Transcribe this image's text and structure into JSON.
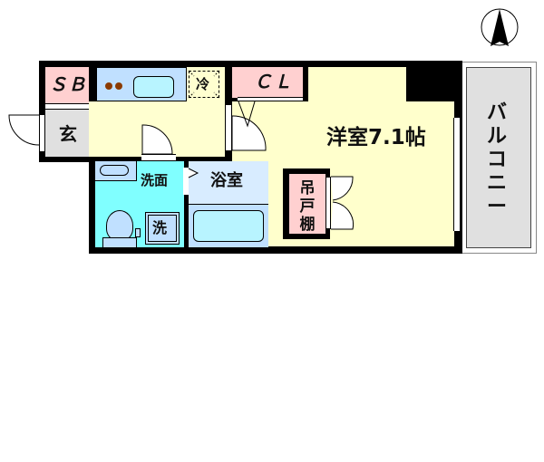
{
  "floorplan": {
    "rooms": {
      "storage_sb": {
        "label": "ＳＢ",
        "color": "#ffd0d0"
      },
      "entrance": {
        "label": "玄",
        "color": "#e0e0e0"
      },
      "kitchen": {
        "color": "#c0e0ff"
      },
      "fridge": {
        "label": "冷",
        "color": "#ffffd0"
      },
      "corridor": {
        "color": "#ffffd0"
      },
      "closet": {
        "label": "ＣＬ",
        "color": "#ffd0d0"
      },
      "western_room": {
        "label": "洋室7.1帖",
        "color": "#ffffcc"
      },
      "washroom": {
        "label": "洗面",
        "color": "#80ffff"
      },
      "washer": {
        "label": "洗"
      },
      "bathroom": {
        "label": "浴室",
        "color": "#d8ecff"
      },
      "hanging_cabinet": {
        "label": "吊戸棚",
        "chars": [
          "吊",
          "戸",
          "棚"
        ],
        "color": "#ffd0d0"
      },
      "balcony": {
        "label": "バルコニー",
        "chars": [
          "バ",
          "ル",
          "コ",
          "ニ",
          "ー"
        ],
        "color": "#e0e0e0"
      }
    },
    "compass": {
      "direction": "north"
    }
  }
}
